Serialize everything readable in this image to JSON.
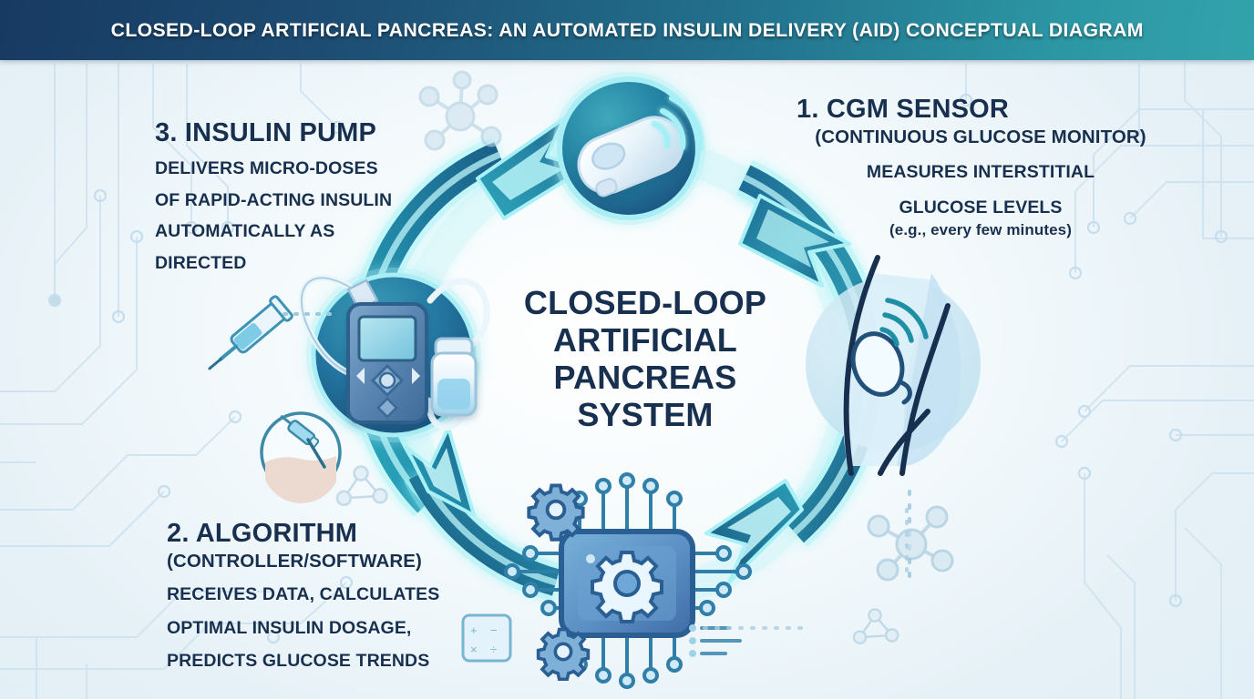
{
  "header": {
    "title": "CLOSED-LOOP ARTIFICIAL PANCREAS: AN AUTOMATED INSULIN DELIVERY (AID) CONCEPTUAL DIAGRAM",
    "gradient_from": "#173a62",
    "gradient_to": "#33a3ab"
  },
  "center": {
    "line1": "CLOSED-LOOP",
    "line2": "ARTIFICIAL",
    "line3": "PANCREAS",
    "line4": "SYSTEM",
    "color": "#17304f"
  },
  "steps": [
    {
      "id": "cgm",
      "number": "1.",
      "heading": "1. CGM SENSOR",
      "subheading": "(CONTINUOUS GLUCOSE MONITOR)",
      "body_line1": "MEASURES INTERSTITIAL",
      "body_line2": "GLUCOSE LEVELS",
      "note": "(e.g., every few minutes)",
      "icon": "cgm-sensor-icon"
    },
    {
      "id": "algorithm",
      "number": "2.",
      "heading": "2. ALGORITHM",
      "subheading": "(CONTROLLER/SOFTWARE)",
      "body_line1": "RECEIVES DATA, CALCULATES",
      "body_line2": "OPTIMAL INSULIN DOSAGE,",
      "body_line3": "PREDICTS GLUCOSE TRENDS",
      "icon": "cpu-chip-gear-icon"
    },
    {
      "id": "pump",
      "number": "3.",
      "heading": "3. INSULIN PUMP",
      "body_line1": "DELIVERS MICRO-DOSES",
      "body_line2": "OF RAPID-ACTING INSULIN",
      "body_line3": "AUTOMATICALLY AS",
      "body_line4": "DIRECTED",
      "icon": "insulin-pump-icon"
    }
  ],
  "decorations": [
    {
      "name": "syringe-icon"
    },
    {
      "name": "skin-injection-icon"
    },
    {
      "name": "molecule-icon"
    },
    {
      "name": "arm-with-cgm-icon"
    },
    {
      "name": "circuit-trace-pattern"
    }
  ],
  "colors": {
    "background": "#eef5f9",
    "arrow_dark": "#1d5b7e",
    "arrow_teal": "#2e9fb5",
    "arrow_glow": "#8ef0f4",
    "text_navy": "#17304f",
    "badge_blue": "#1d5f8c",
    "badge_teal": "#2b93a6"
  }
}
